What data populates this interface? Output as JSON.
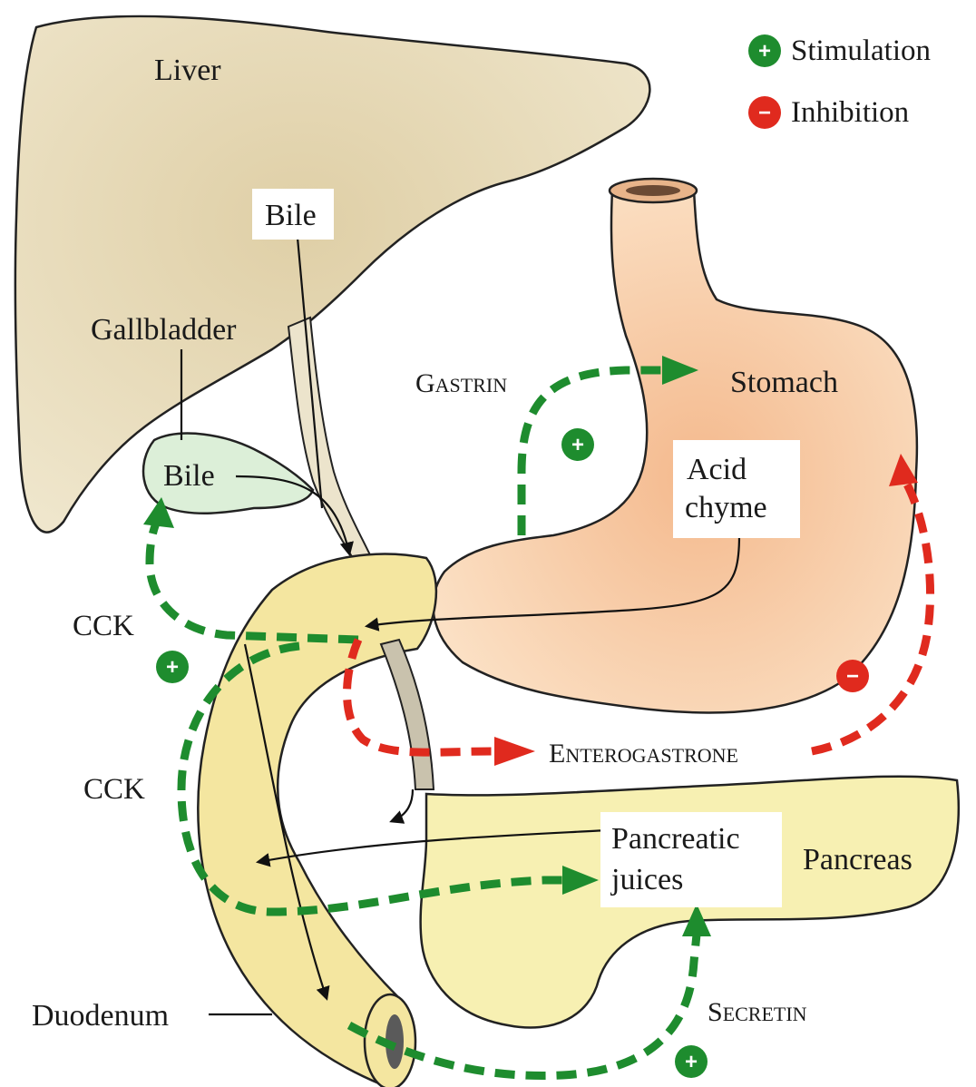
{
  "legend": {
    "stimulation_label": "Stimulation",
    "inhibition_label": "Inhibition",
    "stimulation_sign": "+",
    "inhibition_sign": "−",
    "stimulation_color": "#1e8c2e",
    "inhibition_color": "#e02a1e"
  },
  "organs": {
    "liver": "Liver",
    "gallbladder": "Gallbladder",
    "stomach": "Stomach",
    "pancreas": "Pancreas",
    "duodenum": "Duodenum"
  },
  "boxes": {
    "bile_top": "Bile",
    "bile_gallbladder": "Bile",
    "acid_chyme_line1": "Acid",
    "acid_chyme_line2": "chyme",
    "pancreatic_line1": "Pancreatic",
    "pancreatic_line2": "juices"
  },
  "hormones": {
    "gastrin_cap": "G",
    "gastrin_rest": "ASTRIN",
    "cck_upper": "CCK",
    "cck_lower": "CCK",
    "enterogastrone_cap": "E",
    "enterogastrone_rest": "NTEROGASTRONE",
    "secretin_cap": "S",
    "secretin_rest": "ECRETIN"
  },
  "signs": {
    "gastrin": "+",
    "cck": "+",
    "enterogastrone": "−",
    "secretin": "+"
  },
  "colors": {
    "liver": "#e8dcbc",
    "stomach": "#f6c9a2",
    "pancreas": "#f7f0b2",
    "duodenum": "#f4e6a0",
    "bile": "#dcefd8"
  }
}
